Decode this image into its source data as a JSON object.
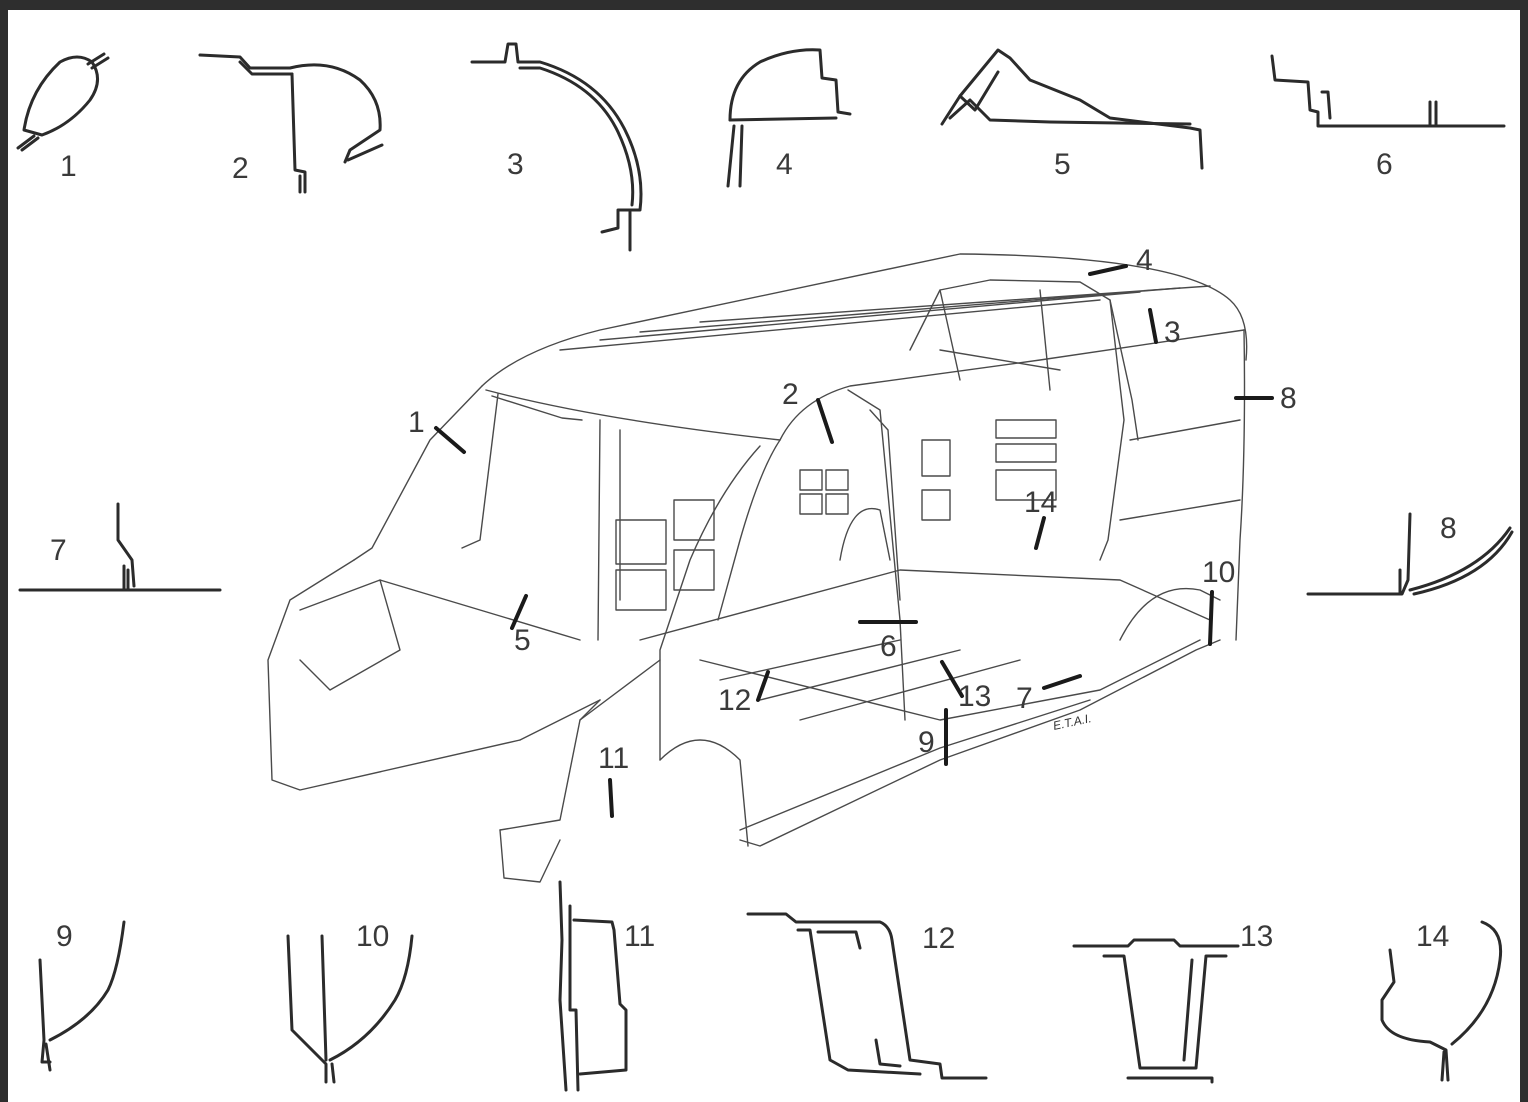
{
  "watermark": "E.T.A.I.",
  "profile_labels": [
    "1",
    "2",
    "3",
    "4",
    "5",
    "6",
    "7",
    "8",
    "9",
    "10",
    "11",
    "12",
    "13",
    "14"
  ],
  "callouts": [
    "1",
    "2",
    "3",
    "4",
    "5",
    "6",
    "7",
    "8",
    "9",
    "10",
    "11",
    "12",
    "13",
    "14"
  ]
}
